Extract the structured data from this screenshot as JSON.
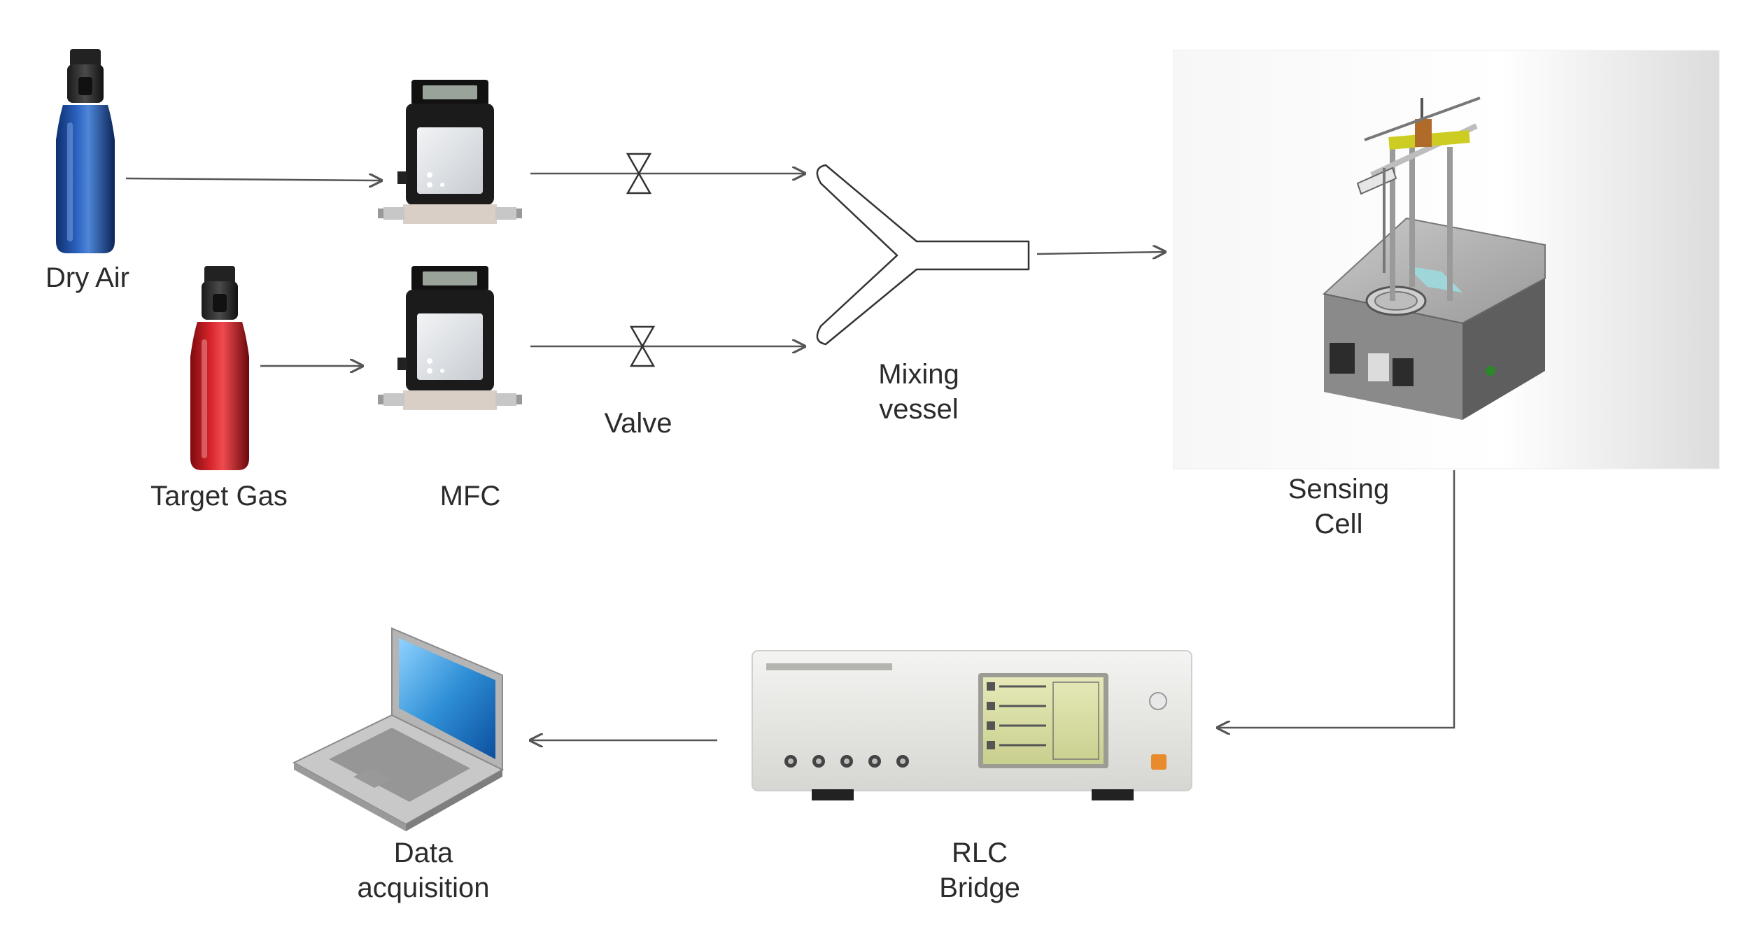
{
  "labels": {
    "dry_air": "Dry Air",
    "target_gas": "Target Gas",
    "mfc": "MFC",
    "valve": "Valve",
    "mixing_line1": "Mixing",
    "mixing_line2": "vessel",
    "sensing_line1": "Sensing",
    "sensing_line2": "Cell",
    "rlc_line1": "RLC",
    "rlc_line2": "Bridge",
    "data_line1": "Data",
    "data_line2": "acquisition"
  },
  "colors": {
    "dry_air_cylinder": "#1f4fa0",
    "target_gas_cylinder": "#c4161c",
    "arrow": "#555555",
    "laptop_screen": "#2f8fd6"
  },
  "icons": {
    "dry_air_cylinder": "gas-cylinder-icon",
    "target_gas_cylinder": "gas-cylinder-icon",
    "mfc": "mass-flow-controller-icon",
    "valve": "valve-icon",
    "mixing_vessel": "y-junction-icon",
    "sensing_cell": "sensing-chamber-icon",
    "rlc_bridge": "lcr-meter-icon",
    "laptop": "laptop-icon"
  }
}
